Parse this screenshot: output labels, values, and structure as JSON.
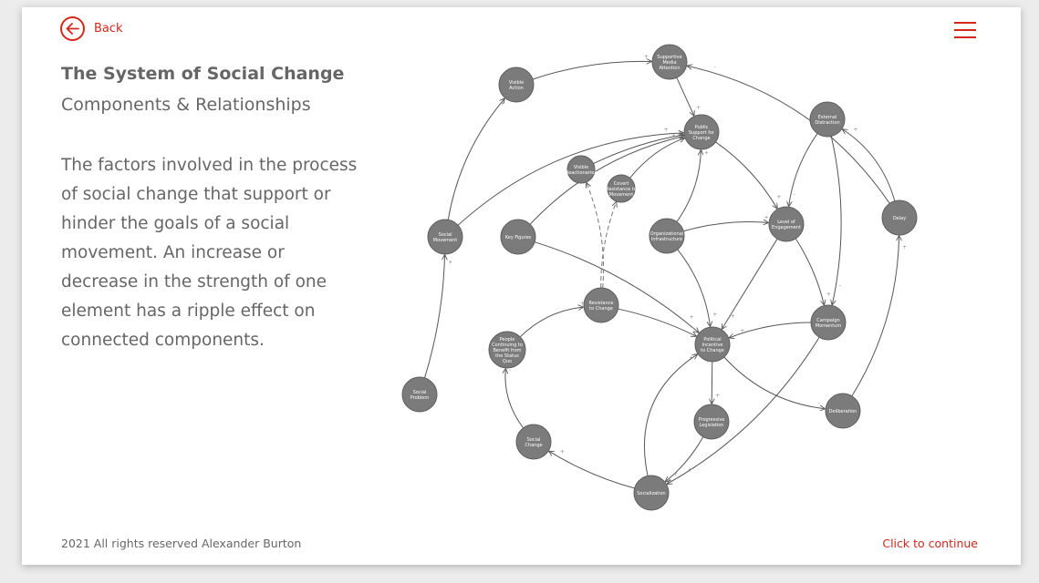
{
  "nav": {
    "back_label": "Back"
  },
  "header": {
    "title": "The System of Social Change",
    "subtitle": "Components & Relationships"
  },
  "description": "The factors involved in the process of social change that support or hinder the goals of a social movement. An increase or decrease in the strength of one element has a ripple effect on connected components.",
  "footer": {
    "copyright": "2021 All rights reserved Alexander Burton",
    "continue_label": "Click to continue"
  },
  "colors": {
    "accent": "#d4271b",
    "node": "#7b7b7b",
    "text": "#666666"
  },
  "diagram": {
    "nodes": [
      {
        "id": "social-problem",
        "lines": [
          "Social",
          "Problem"
        ]
      },
      {
        "id": "social-movement",
        "lines": [
          "Social",
          "Movement"
        ]
      },
      {
        "id": "visible-action",
        "lines": [
          "Visible",
          "Action"
        ]
      },
      {
        "id": "supportive-media-attention",
        "lines": [
          "Supportive",
          "Media",
          "Attention"
        ]
      },
      {
        "id": "public-support-for-change",
        "lines": [
          "Public",
          "Support for",
          "Change"
        ]
      },
      {
        "id": "visible-reactionaries",
        "lines": [
          "Visible",
          "Reactionaries"
        ]
      },
      {
        "id": "covert-resistance-to-movement",
        "lines": [
          "Covert",
          "Resistance to",
          "Movement"
        ]
      },
      {
        "id": "key-figures",
        "lines": [
          "Key Figures"
        ]
      },
      {
        "id": "organizational-infrastructure",
        "lines": [
          "Organizational",
          "Infrastructure"
        ]
      },
      {
        "id": "level-of-engagement",
        "lines": [
          "Level of",
          "Engagement"
        ]
      },
      {
        "id": "external-distraction",
        "lines": [
          "External",
          "Distraction"
        ]
      },
      {
        "id": "delay",
        "lines": [
          "Delay"
        ]
      },
      {
        "id": "resistance-to-change",
        "lines": [
          "Resistance",
          "to Change"
        ]
      },
      {
        "id": "people-continuing-to-benefit",
        "lines": [
          "People",
          "Continuing to",
          "Benefit from",
          "the Status",
          "Quo"
        ]
      },
      {
        "id": "political-incentive-to-change",
        "lines": [
          "Political",
          "Incentive",
          "to Change"
        ]
      },
      {
        "id": "campaign-momentum",
        "lines": [
          "Campaign",
          "Momentum"
        ]
      },
      {
        "id": "progressive-legislation",
        "lines": [
          "Progressive",
          "Legislation"
        ]
      },
      {
        "id": "deliberation",
        "lines": [
          "Deliberation"
        ]
      },
      {
        "id": "social-change",
        "lines": [
          "Social",
          "Change"
        ]
      },
      {
        "id": "socialization",
        "lines": [
          "Socialization"
        ]
      }
    ],
    "edges": [
      {
        "from": "social-problem",
        "to": "social-movement",
        "sign": "+",
        "style": "solid"
      },
      {
        "from": "social-movement",
        "to": "visible-action",
        "sign": "+",
        "style": "solid"
      },
      {
        "from": "social-movement",
        "to": "public-support-for-change",
        "sign": "+",
        "style": "solid"
      },
      {
        "from": "visible-action",
        "to": "supportive-media-attention",
        "sign": "+",
        "style": "solid"
      },
      {
        "from": "supportive-media-attention",
        "to": "public-support-for-change",
        "sign": "+",
        "style": "solid"
      },
      {
        "from": "delay",
        "to": "supportive-media-attention",
        "sign": "-",
        "style": "solid"
      },
      {
        "from": "key-figures",
        "to": "public-support-for-change",
        "sign": "+",
        "style": "solid"
      },
      {
        "from": "key-figures",
        "to": "political-incentive-to-change",
        "sign": "+",
        "style": "solid"
      },
      {
        "from": "visible-reactionaries",
        "to": "public-support-for-change",
        "sign": "-",
        "style": "solid"
      },
      {
        "from": "covert-resistance-to-movement",
        "to": "public-support-for-change",
        "sign": "-",
        "style": "solid"
      },
      {
        "from": "resistance-to-change",
        "to": "visible-reactionaries",
        "sign": "",
        "style": "dashed"
      },
      {
        "from": "resistance-to-change",
        "to": "covert-resistance-to-movement",
        "sign": "",
        "style": "dashed"
      },
      {
        "from": "organizational-infrastructure",
        "to": "public-support-for-change",
        "sign": "+",
        "style": "solid"
      },
      {
        "from": "organizational-infrastructure",
        "to": "level-of-engagement",
        "sign": "+",
        "style": "solid"
      },
      {
        "from": "organizational-infrastructure",
        "to": "political-incentive-to-change",
        "sign": "+",
        "style": "solid"
      },
      {
        "from": "public-support-for-change",
        "to": "level-of-engagement",
        "sign": "+",
        "style": "solid"
      },
      {
        "from": "external-distraction",
        "to": "level-of-engagement",
        "sign": "-",
        "style": "solid"
      },
      {
        "from": "external-distraction",
        "to": "campaign-momentum",
        "sign": "-",
        "style": "solid"
      },
      {
        "from": "delay",
        "to": "external-distraction",
        "sign": "+",
        "style": "solid"
      },
      {
        "from": "level-of-engagement",
        "to": "campaign-momentum",
        "sign": "+",
        "style": "solid"
      },
      {
        "from": "level-of-engagement",
        "to": "political-incentive-to-change",
        "sign": "+",
        "style": "solid"
      },
      {
        "from": "campaign-momentum",
        "to": "political-incentive-to-change",
        "sign": "+",
        "style": "solid"
      },
      {
        "from": "campaign-momentum",
        "to": "socialization",
        "sign": "+",
        "style": "solid"
      },
      {
        "from": "resistance-to-change",
        "to": "political-incentive-to-change",
        "sign": "-",
        "style": "solid"
      },
      {
        "from": "people-continuing-to-benefit",
        "to": "resistance-to-change",
        "sign": "+",
        "style": "solid"
      },
      {
        "from": "political-incentive-to-change",
        "to": "progressive-legislation",
        "sign": "+",
        "style": "solid"
      },
      {
        "from": "political-incentive-to-change",
        "to": "deliberation",
        "sign": "-",
        "style": "solid"
      },
      {
        "from": "deliberation",
        "to": "delay",
        "sign": "+",
        "style": "solid"
      },
      {
        "from": "progressive-legislation",
        "to": "socialization",
        "sign": "+",
        "style": "solid"
      },
      {
        "from": "socialization",
        "to": "political-incentive-to-change",
        "sign": "+",
        "style": "solid"
      },
      {
        "from": "socialization",
        "to": "social-change",
        "sign": "+",
        "style": "solid"
      },
      {
        "from": "social-change",
        "to": "people-continuing-to-benefit",
        "sign": "-",
        "style": "solid"
      }
    ]
  }
}
